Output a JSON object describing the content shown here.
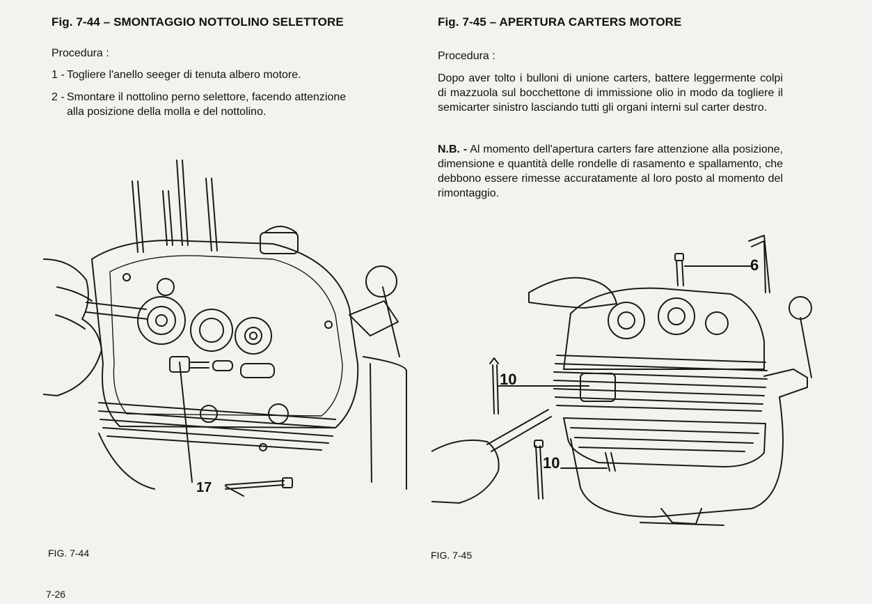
{
  "left": {
    "title": "Fig. 7-44 – SMONTAGGIO NOTTOLINO SELETTORE",
    "procedure_label": "Procedura :",
    "steps": [
      {
        "num": "1 -",
        "text": "Togliere l'anello seeger di tenuta albero motore."
      },
      {
        "num": "2 -",
        "line1": "Smontare il nottolino perno selettore, facendo attenzione",
        "line2": "alla posizione della molla e del nottolino."
      }
    ],
    "figure": {
      "callout": "17"
    },
    "caption": "FIG. 7-44"
  },
  "right": {
    "title": "Fig. 7-45 – APERTURA CARTERS MOTORE",
    "procedure_label": "Procedura :",
    "paragraph": "Dopo aver tolto i bulloni di unione carters, battere leggermente colpi di mazzuola sul bocchettone di immissione olio in modo da togliere il semicarter sinistro lasciando tutti gli organi interni sul carter destro.",
    "note_label": "N.B. -",
    "note_text": "Al momento dell'apertura carters fare attenzione alla posizione, dimensione e quantità delle rondelle di rasamento e spallamento, che debbono essere rimesse accuratamente al loro posto al momento del rimontaggio.",
    "figure": {
      "callout_top": "6",
      "callout_mid": "10",
      "callout_low": "10"
    },
    "caption": "FIG. 7-45"
  },
  "page_number": "7-26"
}
